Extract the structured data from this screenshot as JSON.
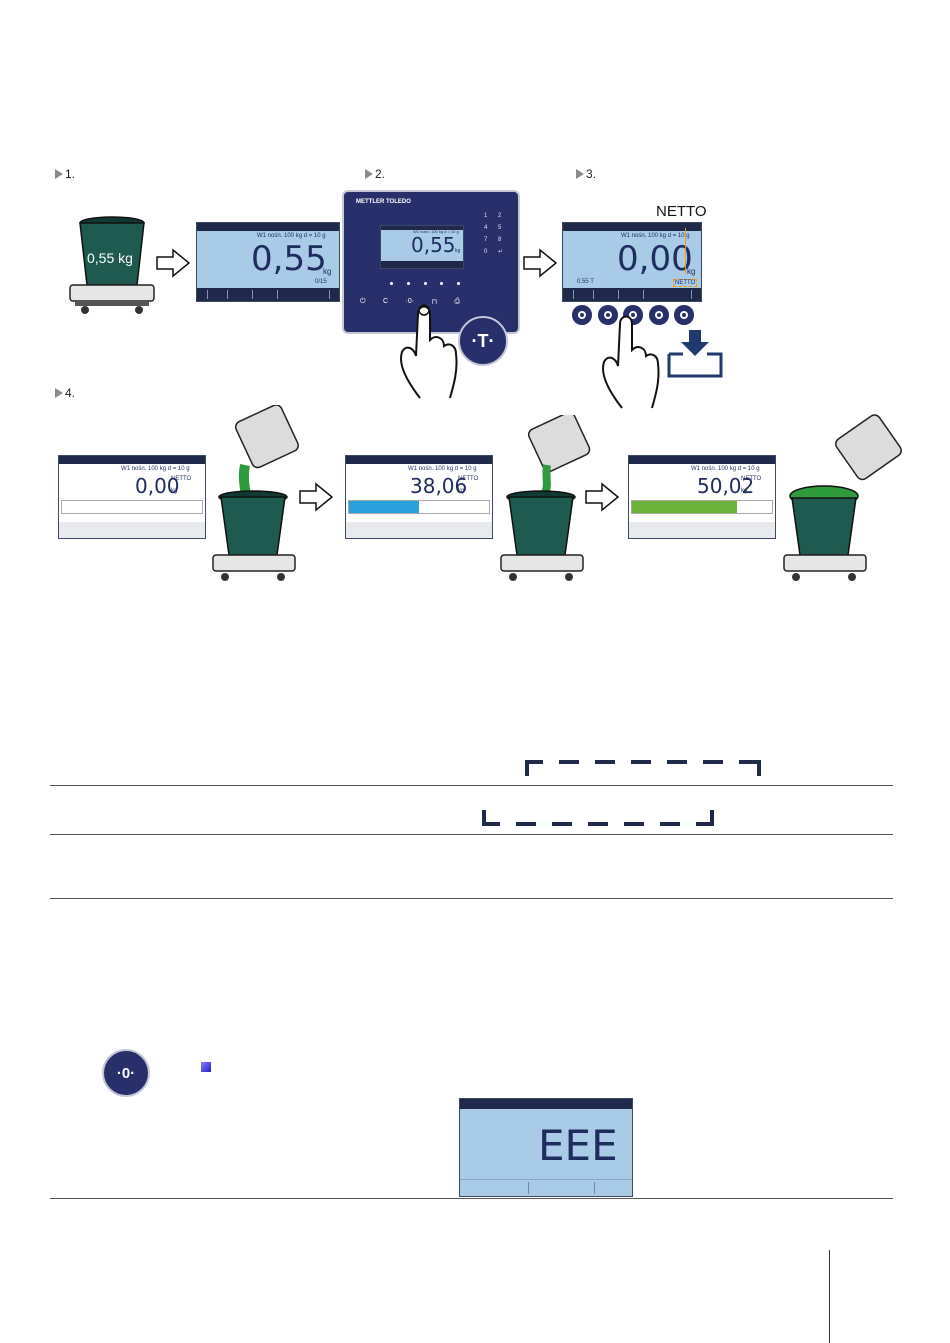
{
  "steps": {
    "step1": "1.",
    "step2": "2.",
    "step3": "3.",
    "step4": "4."
  },
  "step1": {
    "bucket_label": "0,55 kg",
    "lcd_value": "0,55",
    "lcd_unit": "kg",
    "lcd_info": "W1 nośn. 100 kg d = 10 g",
    "lcd_corner": "0/15"
  },
  "step2": {
    "brand": "METTLER TOLEDO",
    "lcd_value": "0,55",
    "lcd_unit": "kg",
    "lcd_info": "W1 nośn. 100 kg d = 10 g",
    "tare_key_glyph": "·T·",
    "keypad": [
      "1",
      "2",
      "4",
      "5",
      "7",
      "8",
      "0",
      "↵"
    ]
  },
  "step3": {
    "netto_callout": "NETTO",
    "lcd_value": "0,00",
    "lcd_unit": "kg",
    "lcd_info": "W1 nośn. 100 kg d = 10 g",
    "tare_readout": "0.55 T",
    "netto_badge": "NETTO"
  },
  "step4": {
    "screens": [
      {
        "info": "W1 nośn. 100 kg d = 10 g",
        "value": "0,00",
        "status": "NETTO",
        "unit": "kg",
        "fill": 0.0,
        "fill_color": "#2aa0dc"
      },
      {
        "info": "W1 nośn. 100 kg d = 10 g",
        "value": "38,06",
        "status": "NETTO",
        "unit": "kg",
        "fill": 0.5,
        "fill_color": "#2aa0dc"
      },
      {
        "info": "W1 nośn. 100 kg d = 10 g",
        "value": "50,02",
        "status": "NETTO",
        "unit": "kg",
        "fill": 0.75,
        "fill_color": "#6ab23a"
      }
    ]
  },
  "zero": {
    "icon_glyph": "·0·",
    "eee_value": "EEE"
  },
  "colors": {
    "navy": "#1f2a4a",
    "lcd": "#a9cbe6",
    "bucket": "#1e5a4f",
    "powder": "#2e9c3c",
    "accent": "#ff9800"
  }
}
